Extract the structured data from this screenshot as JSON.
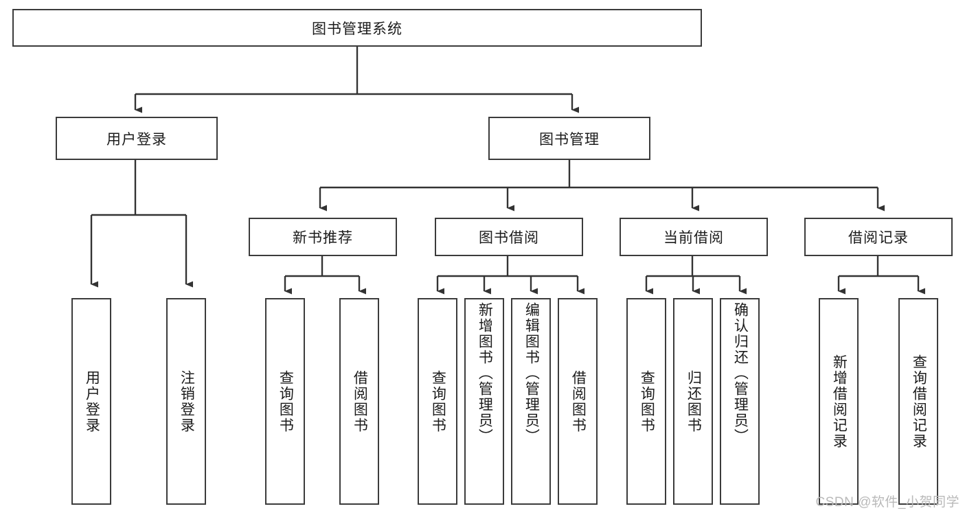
{
  "diagram": {
    "title": "图书管理系统",
    "type": "tree-hierarchy",
    "watermark": "CSDN @软件_小贺同学",
    "colors": {
      "box_border": "#3b3b3b",
      "box_fill": "#ffffff",
      "connector": "#333333",
      "text": "#1b1b1b",
      "watermark": "#b9b9b9",
      "background": "#ffffff"
    },
    "root": {
      "label": "图书管理系统",
      "orientation": "horizontal"
    },
    "level2": [
      {
        "label": "用户登录",
        "orientation": "horizontal"
      },
      {
        "label": "图书管理",
        "orientation": "horizontal"
      }
    ],
    "level3": [
      {
        "label": "新书推荐",
        "orientation": "horizontal"
      },
      {
        "label": "图书借阅",
        "orientation": "horizontal"
      },
      {
        "label": "当前借阅",
        "orientation": "horizontal"
      },
      {
        "label": "借阅记录",
        "orientation": "horizontal"
      }
    ],
    "leaves": {
      "user_login": [
        {
          "label": "用户登录",
          "orientation": "vertical"
        },
        {
          "label": "注销登录",
          "orientation": "vertical"
        }
      ],
      "new_book_recommend": [
        {
          "label": "查询图书",
          "orientation": "vertical"
        },
        {
          "label": "借阅图书",
          "orientation": "vertical"
        }
      ],
      "book_borrow": [
        {
          "label": "查询图书",
          "orientation": "vertical"
        },
        {
          "label": "新增图书（管理员）",
          "orientation": "vertical"
        },
        {
          "label": "编辑图书（管理员）",
          "orientation": "vertical"
        },
        {
          "label": "借阅图书",
          "orientation": "vertical"
        }
      ],
      "current_borrow": [
        {
          "label": "查询图书",
          "orientation": "vertical"
        },
        {
          "label": "归还图书",
          "orientation": "vertical"
        },
        {
          "label": "确认归还（管理员）",
          "orientation": "vertical"
        }
      ],
      "borrow_record": [
        {
          "label": "新增借阅记录",
          "orientation": "vertical"
        },
        {
          "label": "查询借阅记录",
          "orientation": "vertical"
        }
      ]
    }
  }
}
